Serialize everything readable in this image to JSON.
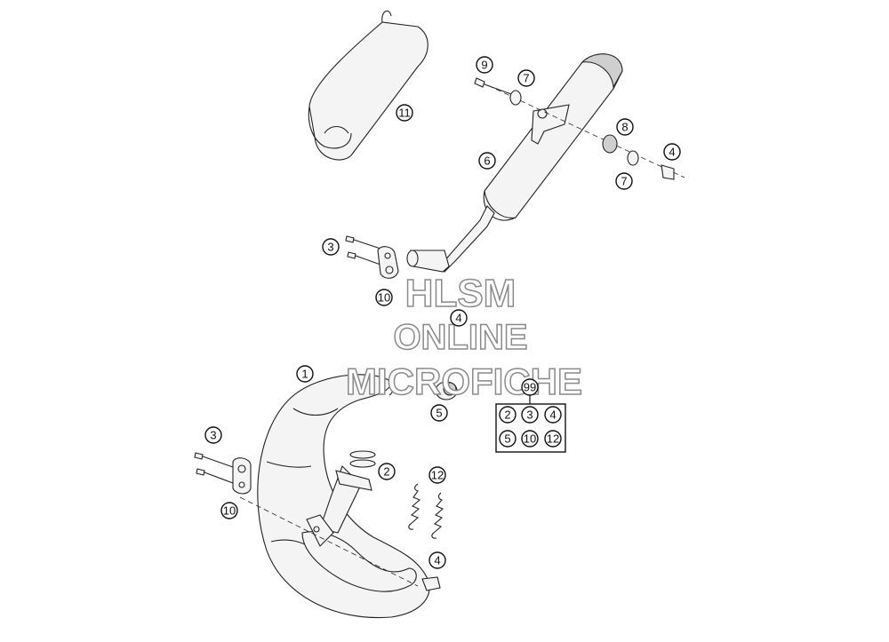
{
  "watermark": {
    "line1": "HLSM",
    "line2": "ONLINE",
    "line3": "MICROFICHE"
  },
  "callouts": {
    "c1": "1",
    "c2": "2",
    "c3a": "3",
    "c3b": "3",
    "c4a": "4",
    "c4b": "4",
    "c4c": "4",
    "c5": "5",
    "c6": "6",
    "c7a": "7",
    "c7b": "7",
    "c8": "8",
    "c9": "9",
    "c10a": "10",
    "c10b": "10",
    "c11": "11",
    "c12": "12"
  },
  "kit": {
    "label": "99",
    "items": [
      "2",
      "3",
      "4",
      "5",
      "10",
      "12"
    ]
  }
}
